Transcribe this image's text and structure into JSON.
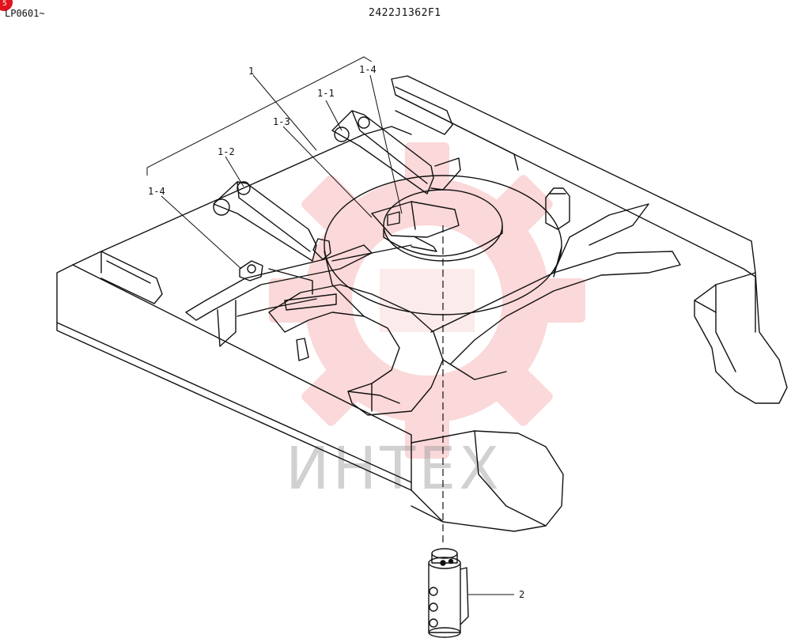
{
  "header": {
    "serial_range": "LP0601~",
    "drawing_number": "2422J1362F1"
  },
  "watermark": {
    "text": "ИНТЕХ",
    "color": "#e8262b"
  },
  "callouts": {
    "c1": "1",
    "c1_1": "1-1",
    "c1_2": "1-2",
    "c1_3": "1-3",
    "c1_4_left": "1-4",
    "c1_4_right": "1-4",
    "c2": "2"
  },
  "colors": {
    "line": "#111111",
    "badge": "#e0141c"
  }
}
